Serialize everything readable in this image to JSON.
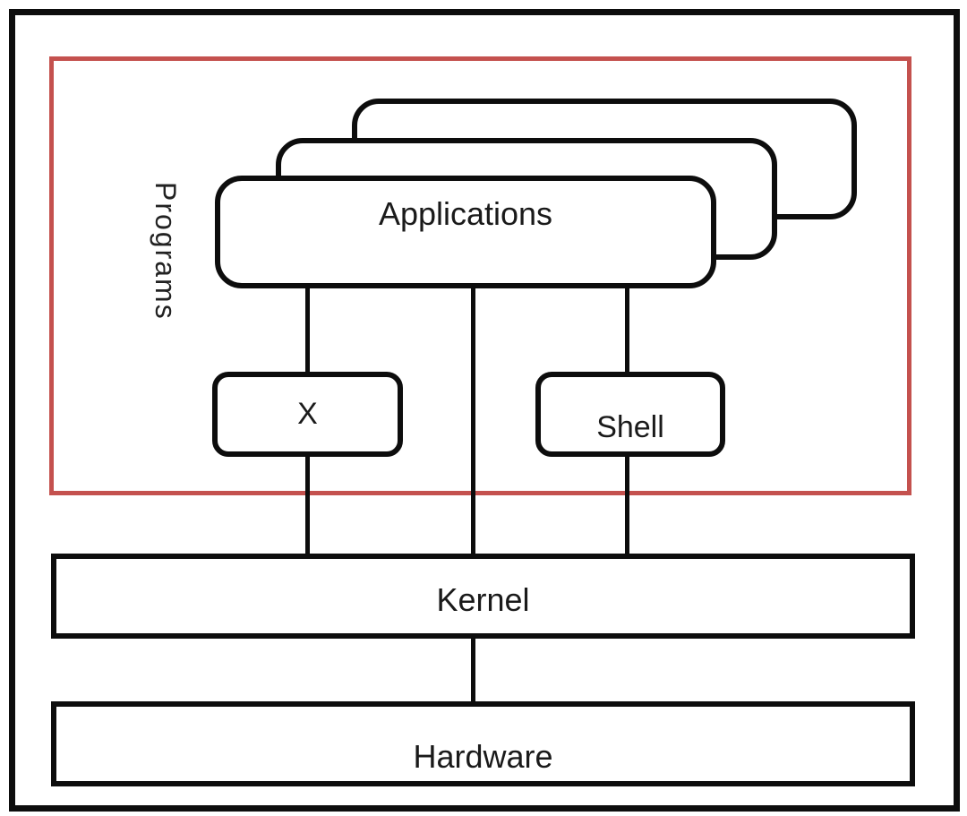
{
  "diagram": {
    "group_label": "Programs",
    "nodes": {
      "applications": "Applications",
      "x_server": "X",
      "shell": "Shell",
      "kernel": "Kernel",
      "hardware": "Hardware"
    },
    "edges": [
      {
        "from": "applications",
        "to": "x_server"
      },
      {
        "from": "applications",
        "to": "kernel"
      },
      {
        "from": "applications",
        "to": "shell"
      },
      {
        "from": "x_server",
        "to": "kernel"
      },
      {
        "from": "shell",
        "to": "kernel"
      },
      {
        "from": "kernel",
        "to": "hardware"
      }
    ],
    "colors": {
      "group_border": "#c4514e",
      "outline": "#0d0d0d",
      "background": "#ffffff"
    }
  }
}
